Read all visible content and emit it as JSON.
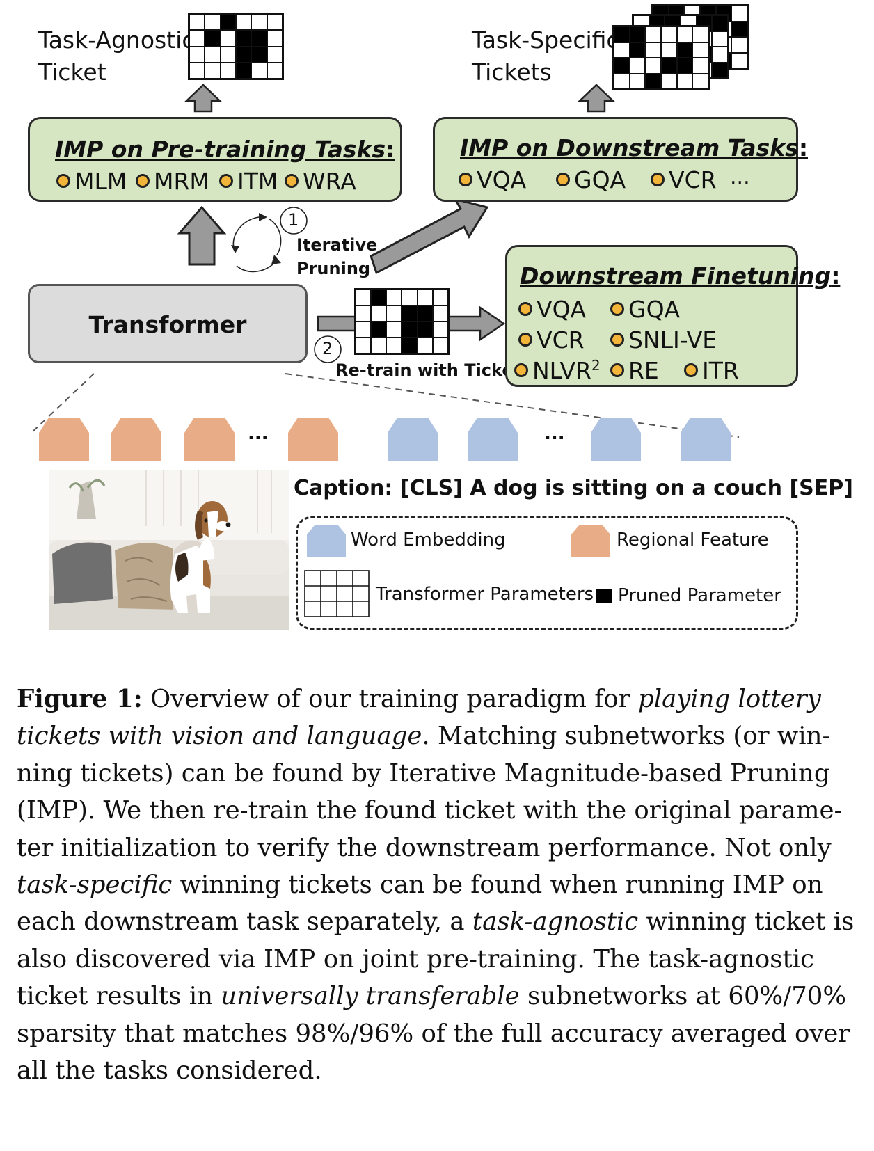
{
  "figure": {
    "task_agnostic_label": [
      "Task-Agnostic",
      "Ticket"
    ],
    "task_specific_label": [
      "Task-Specific",
      "Tickets"
    ],
    "pretraining_box": {
      "title": "IMP on Pre-training Tasks",
      "items": [
        "MLM",
        "MRM",
        "ITM",
        "WRA"
      ]
    },
    "downstream_box": {
      "title": "IMP on Downstream Tasks",
      "items": [
        "VQA",
        "GQA",
        "VCR"
      ],
      "ellipsis": "..."
    },
    "finetuning_box": {
      "title": "Downstream Finetuning",
      "items": [
        "VQA",
        "GQA",
        "VCR",
        "SNLI-VE",
        "NLVR",
        "RE",
        "ITR"
      ],
      "nlvr_superscript": "2"
    },
    "transformer_label": "Transformer",
    "step1_number": "1",
    "step1_label": [
      "Iterative",
      "Pruning"
    ],
    "step2_number": "2",
    "step2_label": "Re-train with Ticket",
    "token_ellipsis": "...",
    "caption_text": "Caption: [CLS] A dog is sitting on a couch [SEP]",
    "legend": {
      "word_embedding": "Word Embedding",
      "regional_feature": "Regional Feature",
      "transformer_parameters": "Transformer Parameters",
      "pruned_parameter": "Pruned Parameter"
    },
    "colors": {
      "box_green": "#d6e6c2",
      "transformer_gray": "#dcdcdc",
      "regional_orange": "#e8ad86",
      "word_blue": "#aec2e2",
      "item_dot": "#f2b53a"
    }
  },
  "caption": {
    "label": "Figure 1:",
    "lines": [
      [
        "Overview of our training paradigm for ",
        "playing lottery"
      ],
      [
        "",
        "tickets with vision and language",
        ". Matching subnetworks (or win-"
      ],
      [
        "ning tickets) can be found by Iterative Magnitude-based Pruning"
      ],
      [
        "(IMP). We then re-train the found ticket with the original parame-"
      ],
      [
        "ter initialization to verify the downstream performance. Not only"
      ],
      [
        "",
        "task-specific",
        " winning tickets can be found when running IMP on"
      ],
      [
        "each downstream task separately, a ",
        "task-agnostic",
        " winning ticket is"
      ],
      [
        "also discovered via IMP on joint pre-training.  The task-agnostic"
      ],
      [
        "ticket results in ",
        "universally transferable",
        " subnetworks at 60%/70%"
      ],
      [
        "sparsity that matches 98%/96% of the full accuracy averaged over"
      ],
      [
        "all the tasks considered."
      ]
    ]
  }
}
